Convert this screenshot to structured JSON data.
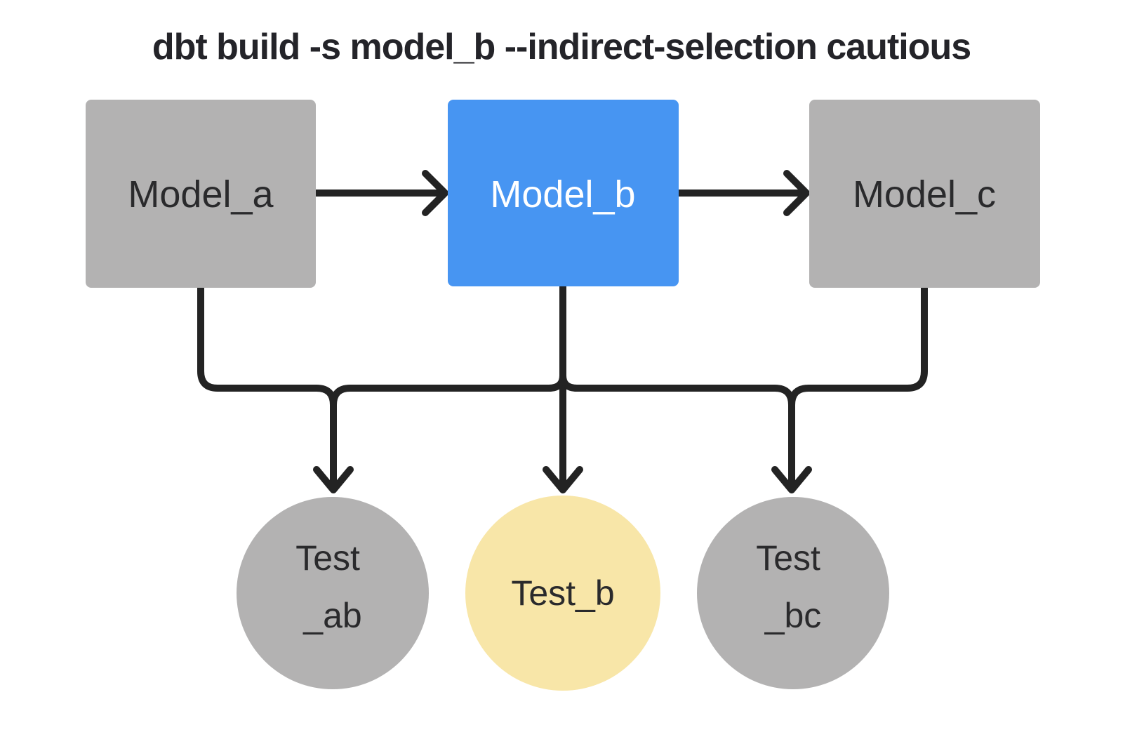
{
  "title": "dbt build -s model_b --indirect-selection cautious",
  "colors": {
    "background": "#ffffff",
    "edge_line": "#232323",
    "title_text": "#242429",
    "model_selected_fill": "#4795f2",
    "model_unselected_fill": "#b3b2b2",
    "test_selected_fill": "#f8e6a8",
    "test_unselected_fill": "#b3b2b2",
    "label_dark": "#2a2a2c",
    "label_light": "#ffffff"
  },
  "nodes": {
    "model_a": {
      "label": "Model_a",
      "type": "model",
      "state": "unselected"
    },
    "model_b": {
      "label": "Model_b",
      "type": "model",
      "state": "selected"
    },
    "model_c": {
      "label": "Model_c",
      "type": "model",
      "state": "unselected"
    },
    "test_ab": {
      "label_line1": "Test",
      "label_line2": "_ab",
      "type": "test",
      "state": "unselected"
    },
    "test_b": {
      "label": "Test_b",
      "type": "test",
      "state": "selected"
    },
    "test_bc": {
      "label_line1": "Test",
      "label_line2": "_bc",
      "type": "test",
      "state": "unselected"
    }
  },
  "edges": [
    {
      "from": "Model_a",
      "to": "Model_b"
    },
    {
      "from": "Model_b",
      "to": "Model_c"
    },
    {
      "from": "Model_a",
      "to": "Test_ab"
    },
    {
      "from": "Model_b",
      "to": "Test_ab"
    },
    {
      "from": "Model_b",
      "to": "Test_b"
    },
    {
      "from": "Model_b",
      "to": "Test_bc"
    },
    {
      "from": "Model_c",
      "to": "Test_bc"
    }
  ]
}
